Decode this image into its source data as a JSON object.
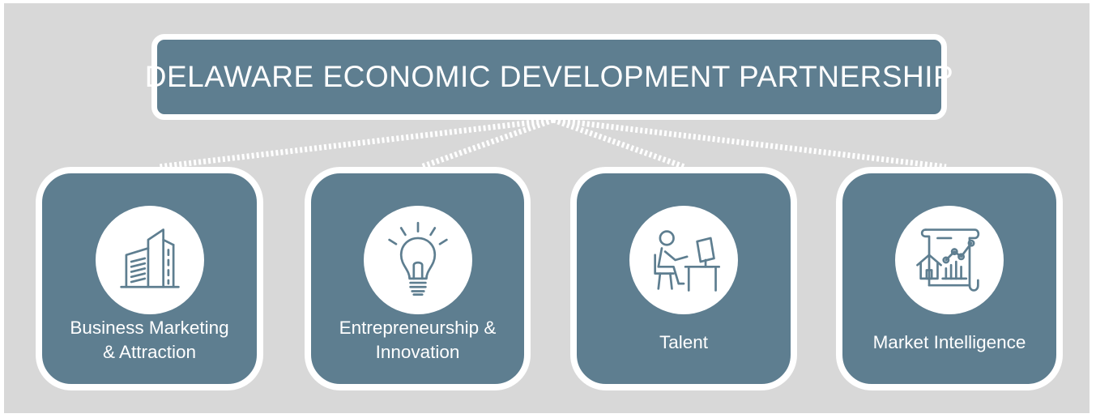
{
  "title": "DELAWARE ECONOMIC DEVELOPMENT PARTNERSHIP",
  "colors": {
    "background": "#d8d8d8",
    "box_fill": "#5e7e90",
    "border": "#ffffff",
    "icon_stroke": "#5e7e90"
  },
  "cards": [
    {
      "label": "Business Marketing\n& Attraction",
      "icon": "office-building-icon"
    },
    {
      "label": "Entrepreneurship &\nInnovation",
      "icon": "lightbulb-icon"
    },
    {
      "label": "Talent",
      "icon": "person-at-computer-icon"
    },
    {
      "label": "Market Intelligence",
      "icon": "market-report-icon"
    }
  ]
}
